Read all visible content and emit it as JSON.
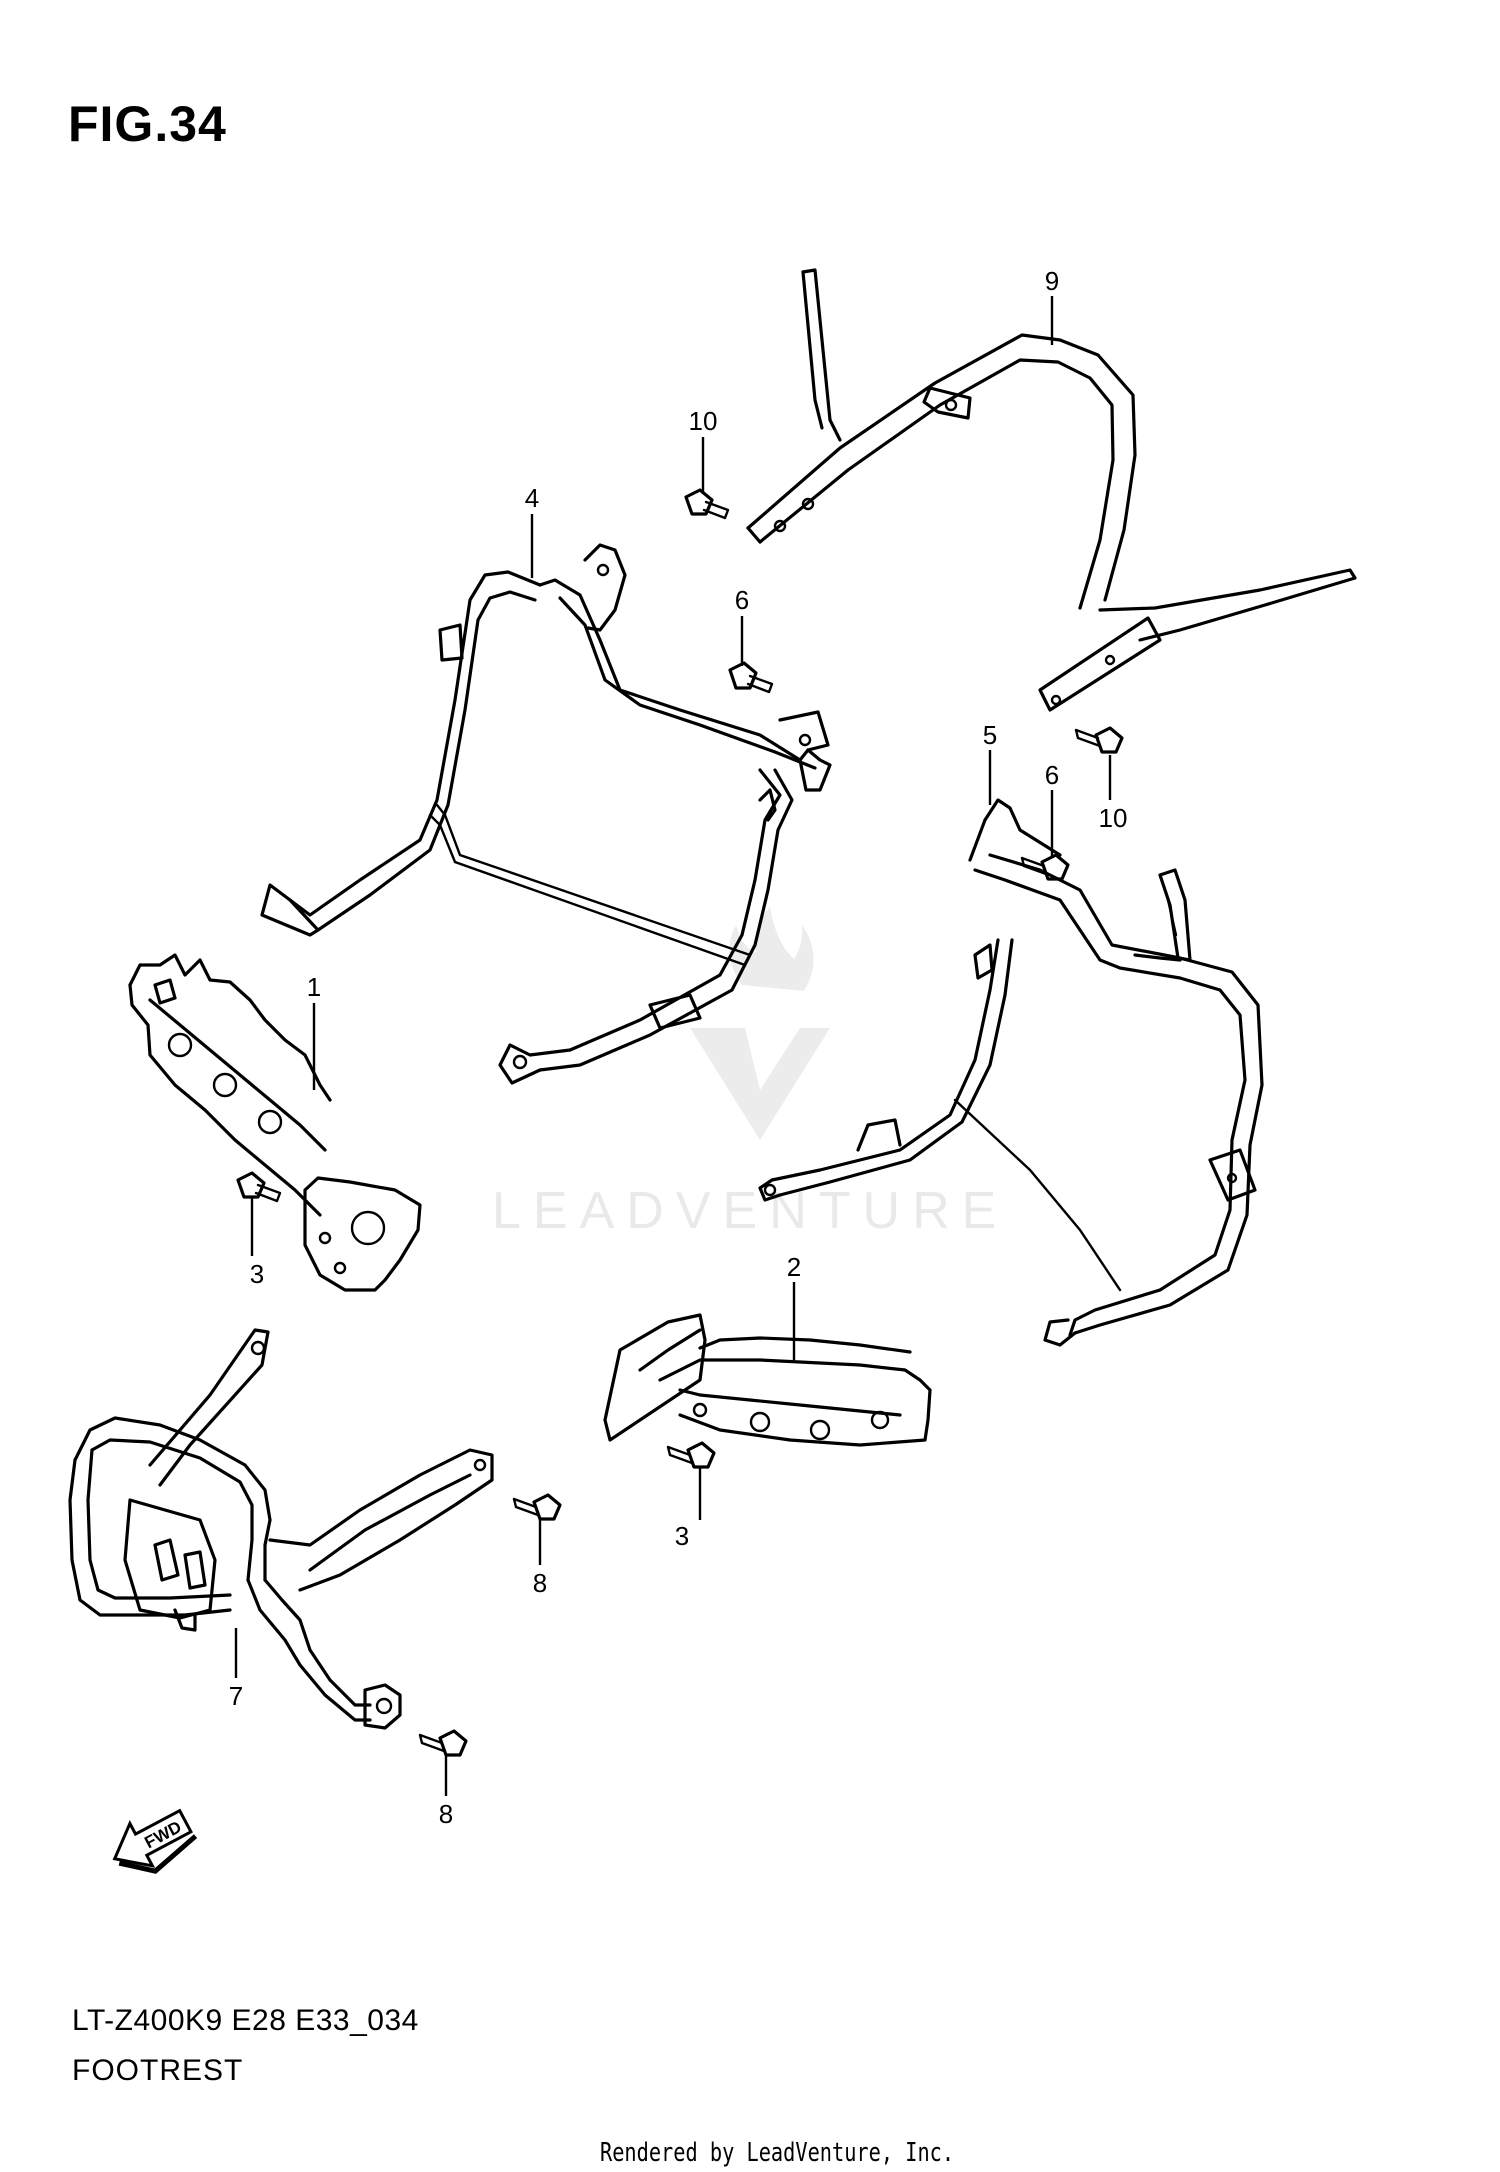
{
  "figure": {
    "title": "FIG.34",
    "code": "LT-Z400K9 E28 E33_034",
    "name": "FOOTREST",
    "credit": "Rendered by LeadVenture, Inc."
  },
  "watermark": {
    "text": "LEADVENTURE"
  },
  "fwd_label": "FWD",
  "callouts": [
    "1",
    "2",
    "3",
    "3",
    "4",
    "5",
    "6",
    "6",
    "7",
    "8",
    "8",
    "9",
    "10",
    "10"
  ]
}
